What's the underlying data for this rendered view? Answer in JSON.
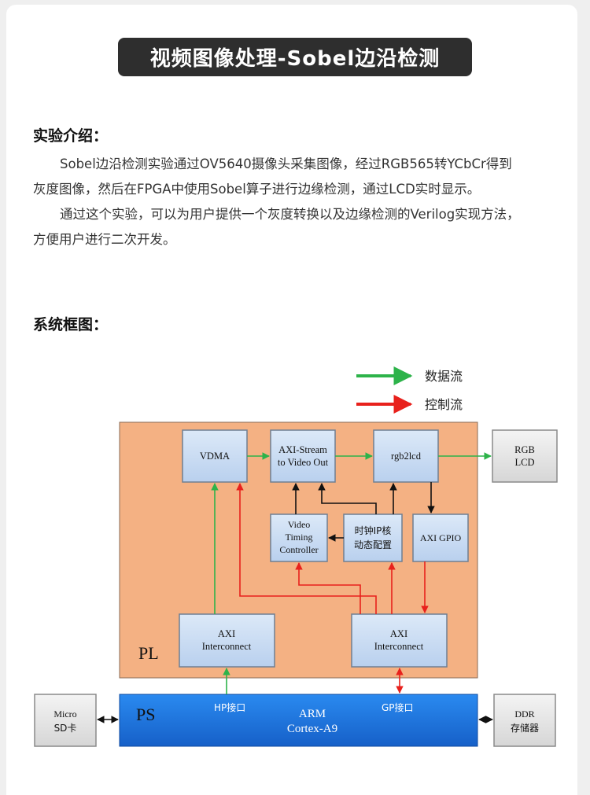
{
  "title": "视频图像处理-Sobel边沿检测",
  "intro": {
    "heading": "实验介绍：",
    "line1": "Sobel边沿检测实验通过OV5640摄像头采集图像，经过RGB565转YCbCr得到",
    "line2": "灰度图像，然后在FPGA中使用Sobel算子进行边缘检测，通过LCD实时显示。",
    "line3": "通过这个实验，可以为用户提供一个灰度转换以及边缘检测的Verilog实现方法，",
    "line4": "方便用户进行二次开发。"
  },
  "diagram_heading": "系统框图：",
  "legend": {
    "data_flow": "数据流",
    "control_flow": "控制流"
  },
  "blocks": {
    "vdma": "VDMA",
    "axis_line1": "AXI-Stream",
    "axis_line2": "to Video Out",
    "rgb2lcd": "rgb2lcd",
    "rgb_lcd_line1": "RGB",
    "rgb_lcd_line2": "LCD",
    "vtc_line1": "Video",
    "vtc_line2": "Timing",
    "vtc_line3": "Controller",
    "clk_line1": "时钟IP核",
    "clk_line2": "动态配置",
    "axi_gpio": "AXI GPIO",
    "axi_ic_line1": "AXI",
    "axi_ic_line2": "Interconnect",
    "pl_label": "PL",
    "ps_label": "PS",
    "hp_port": "HP接口",
    "gp_port": "GP接口",
    "arm_line1": "ARM",
    "arm_line2": "Cortex-A9",
    "microsd_line1": "Micro",
    "microsd_line2": "SD卡",
    "ddr_line1": "DDR",
    "ddr_line2": "存储器"
  },
  "colors": {
    "data_flow": "#2db34a",
    "control_flow": "#e8211c",
    "pl_fill": "#f4b183",
    "ps_fill": "#1f7be0",
    "block_fill": "#c8dcf3"
  }
}
